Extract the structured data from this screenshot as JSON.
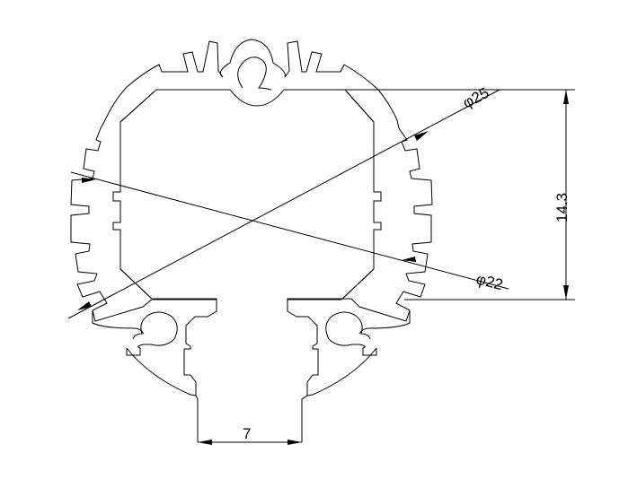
{
  "dimensions": {
    "diameter_outer": "φ25",
    "diameter_inner": "φ22",
    "height": "14.3",
    "base_width": "7"
  }
}
